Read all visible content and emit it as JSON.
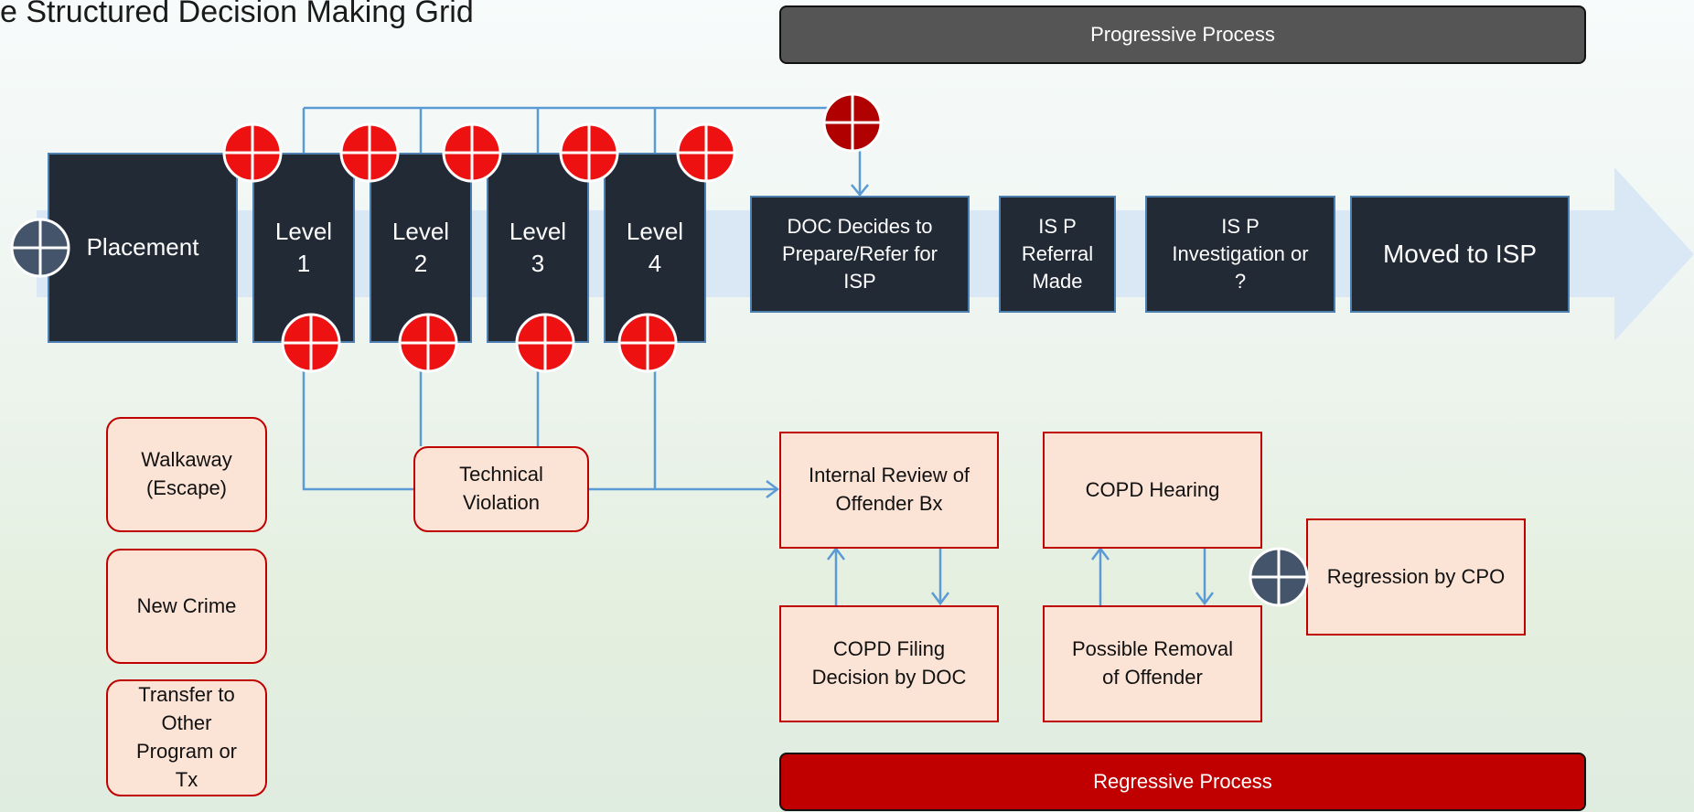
{
  "title": "e Structured Decision Making Grid",
  "bands": {
    "progressive": "Progressive Process",
    "regressive": "Regressive Process"
  },
  "stages": {
    "placement": "Placement",
    "level1": "Level\n1",
    "level2": "Level\n2",
    "level3": "Level\n3",
    "level4": "Level\n4",
    "doc_decides": "DOC Decides to\nPrepare/Refer for\nISP",
    "isp_referral": "IS P\nReferral\nMade",
    "isp_investigation": "IS P\nInvestigation or\n?",
    "moved_isp": "Moved to ISP"
  },
  "events": {
    "walkaway": "Walkaway\n(Escape)",
    "new_crime": "New Crime",
    "transfer": "Transfer to\nOther\nProgram or\nTx",
    "technical_violation": "Technical\nViolation"
  },
  "regressive_steps": {
    "internal_review": "Internal Review of\nOffender Bx",
    "copd_filing": "COPD Filing\nDecision by DOC",
    "copd_hearing": "COPD Hearing",
    "possible_removal": "Possible Removal\nof Offender",
    "regression_cpo": "Regression by CPO"
  },
  "colors": {
    "node_dark": "#222a36",
    "node_border": "#4d7fb1",
    "pink_fill": "#fbe3d6",
    "pink_border": "#c00000",
    "connector": "#5b9bd5",
    "marker_red": "#ee1111",
    "marker_darkred": "#b00000",
    "marker_slate": "#44546a",
    "band_progressive": "#555555",
    "band_regressive": "#c00000",
    "arrow_band": "#dae8f5"
  }
}
